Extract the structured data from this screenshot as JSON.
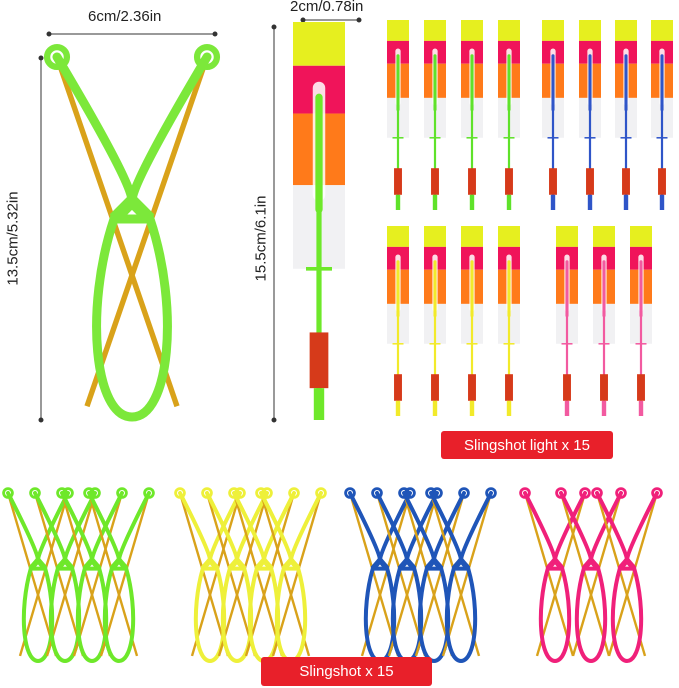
{
  "dimensions": {
    "slingshot_width": "6cm/2.36in",
    "slingshot_height": "13.5cm/5.32in",
    "copter_width": "2cm/0.78in",
    "copter_height": "15.5cm/6.1in"
  },
  "labels": {
    "slingshot_light": "Slingshot light x 15",
    "slingshot": "Slingshot x 15"
  },
  "colors": {
    "accent_red": "#e8202a",
    "rubber_band": "#d9a21a",
    "copter_yellow": "#e6ef1f",
    "copter_pink": "#f0145a",
    "copter_orange": "#ff7a1a",
    "copter_tag": "#d63a1a"
  },
  "copter_sticks": {
    "row1": [
      "#5fe22a",
      "#5fe22a",
      "#5fe22a",
      "#5fe22a",
      "#2f55c8",
      "#2f55c8",
      "#2f55c8",
      "#2f55c8"
    ],
    "row2": [
      "#f2ea2a",
      "#f2ea2a",
      "#f2ea2a",
      "#f2ea2a",
      "#f25aa0",
      "#f25aa0",
      "#f25aa0"
    ]
  },
  "slingshot_groups": [
    {
      "color": "#6ee82a",
      "count": 4
    },
    {
      "color": "#eef03a",
      "count": 4
    },
    {
      "color": "#1f55b8",
      "count": 4
    },
    {
      "color": "#f0207a",
      "count": 3
    }
  ],
  "main_slingshot_color": "#7ce83a",
  "main_copter_stick_color": "#6ee82a"
}
